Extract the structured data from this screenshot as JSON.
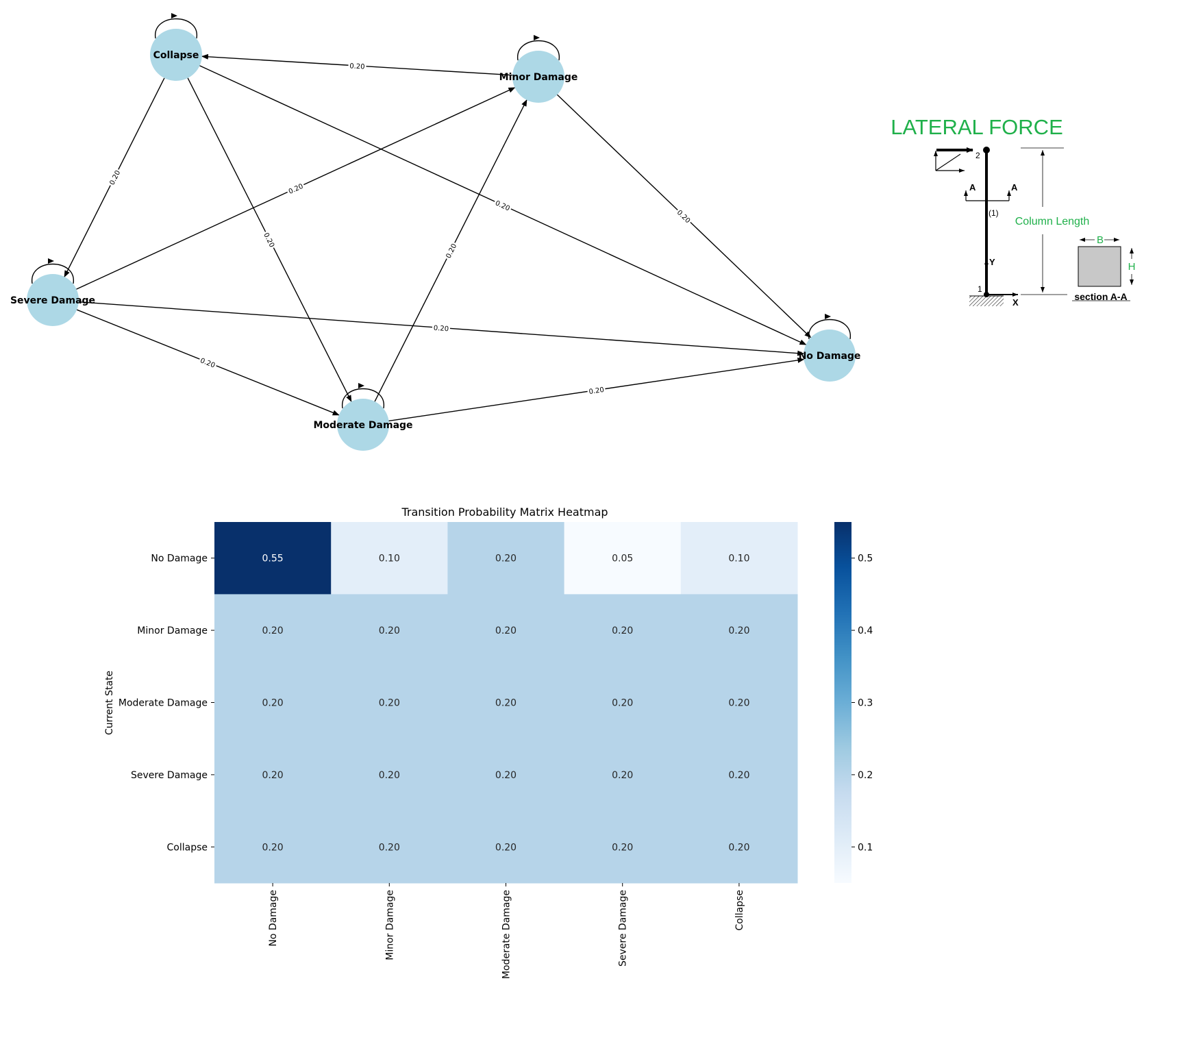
{
  "colors": {
    "node_fill": "#add8e6",
    "edge_stroke": "#000000",
    "inset_accent": "#1fb04a",
    "colormap": "Blues"
  },
  "graph": {
    "nodes": [
      "Collapse",
      "Minor Damage",
      "Severe Damage",
      "Moderate Damage",
      "No Damage"
    ],
    "edges": [
      {
        "from": "Minor Damage",
        "to": "Collapse",
        "label": "0.20"
      },
      {
        "from": "Collapse",
        "to": "Severe Damage",
        "label": "0.20"
      },
      {
        "from": "Severe Damage",
        "to": "Minor Damage",
        "label": "0.20"
      },
      {
        "from": "Collapse",
        "to": "Moderate Damage",
        "label": "0.20"
      },
      {
        "from": "Moderate Damage",
        "to": "Minor Damage",
        "label": "0.20"
      },
      {
        "from": "Collapse",
        "to": "No Damage",
        "label": "0.20"
      },
      {
        "from": "Minor Damage",
        "to": "No Damage",
        "label": "0.20"
      },
      {
        "from": "Severe Damage",
        "to": "No Damage",
        "label": "0.20"
      },
      {
        "from": "Severe Damage",
        "to": "Moderate Damage",
        "label": "0.20"
      },
      {
        "from": "Moderate Damage",
        "to": "No Damage",
        "label": "0.20"
      }
    ],
    "self_loops": [
      "Collapse",
      "Minor Damage",
      "Severe Damage",
      "Moderate Damage",
      "No Damage"
    ]
  },
  "inset": {
    "title": "LATERAL FORCE",
    "length_label": "Column Length",
    "width_label": "B",
    "height_label": "H",
    "section_label": "section A-A",
    "node_top": "2",
    "node_bottom": "1",
    "member": "(1)",
    "axis_y": "Y",
    "axis_x": "X",
    "cut_left": "A",
    "cut_right": "A"
  },
  "chart_data": {
    "type": "heatmap",
    "title": "Transition Probability Matrix Heatmap",
    "ylabel": "Current State",
    "xlabel": "",
    "row_labels": [
      "No Damage",
      "Minor Damage",
      "Moderate Damage",
      "Severe Damage",
      "Collapse"
    ],
    "col_labels": [
      "No Damage",
      "Minor Damage",
      "Moderate Damage",
      "Severe Damage",
      "Collapse"
    ],
    "values": [
      [
        0.55,
        0.1,
        0.2,
        0.05,
        0.1
      ],
      [
        0.2,
        0.2,
        0.2,
        0.2,
        0.2
      ],
      [
        0.2,
        0.2,
        0.2,
        0.2,
        0.2
      ],
      [
        0.2,
        0.2,
        0.2,
        0.2,
        0.2
      ],
      [
        0.2,
        0.2,
        0.2,
        0.2,
        0.2
      ]
    ],
    "value_format": "2 decimals",
    "colorbar": {
      "min": 0.05,
      "max": 0.55,
      "ticks": [
        0.1,
        0.2,
        0.3,
        0.4,
        0.5
      ]
    }
  }
}
